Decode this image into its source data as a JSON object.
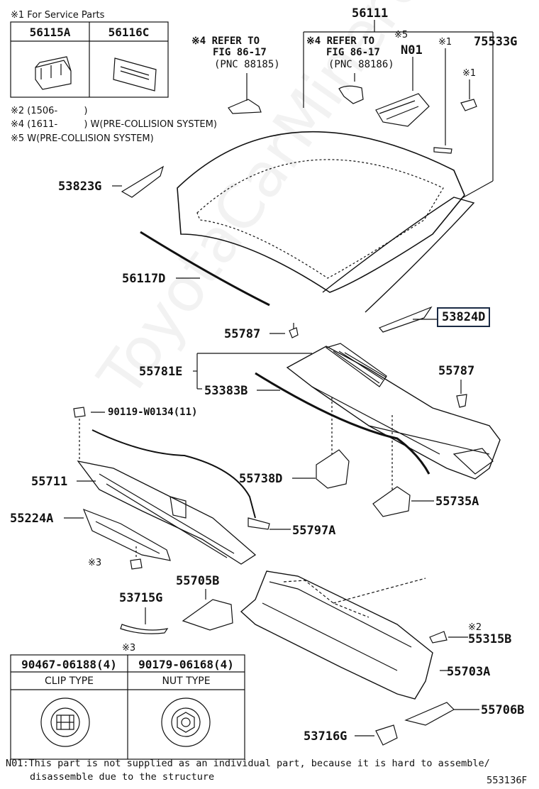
{
  "watermark": "ToyotaCarMinerU",
  "diagram_code": "553136F",
  "notes": {
    "service_parts": "※1 For Service Parts",
    "note2": "※2 (1506-         )",
    "note4": "※4 (1611-         ) W(PRE-COLLISION SYSTEM)",
    "note5": "※5 W(PRE-COLLISION SYSTEM)",
    "footnote_line1": "N01:This part is not supplied as an individual part,  because it is hard to assemble/",
    "footnote_line2": "disassemble due to the structure"
  },
  "service_table": {
    "col1": "56115A",
    "col2": "56116C"
  },
  "refer_left": {
    "line1": "※4 REFER TO",
    "line2": "FIG 86-17",
    "line3": "(PNC 88185)"
  },
  "refer_right": {
    "line1": "※4 REFER TO",
    "line2": "FIG 86-17",
    "line3": "(PNC 88186)"
  },
  "marks": {
    "star5": "※5",
    "star1a": "※1",
    "star1b": "※1",
    "star3a": "※3",
    "star3b": "※3",
    "star2": "※2"
  },
  "parts": {
    "p56111": "56111",
    "pN01": "N01",
    "p75533G": "75533G",
    "p53823G": "53823G",
    "p56117D": "56117D",
    "p53824D": "53824D",
    "p55787a": "55787",
    "p55787b": "55787",
    "p55781E": "55781E",
    "p53383B": "53383B",
    "p90119": "90119-W0134(11)",
    "p55711": "55711",
    "p55738D": "55738D",
    "p55735A": "55735A",
    "p55224A": "55224A",
    "p55797A": "55797A",
    "p55705B": "55705B",
    "p53715G": "53715G",
    "p55315B": "55315B",
    "p55703A": "55703A",
    "p55706B": "55706B",
    "p53716G": "53716G"
  },
  "fastener_table": {
    "col1_part": "90467-06188(4)",
    "col2_part": "90179-06168(4)",
    "col1_type": "CLIP TYPE",
    "col2_type": "NUT TYPE"
  }
}
